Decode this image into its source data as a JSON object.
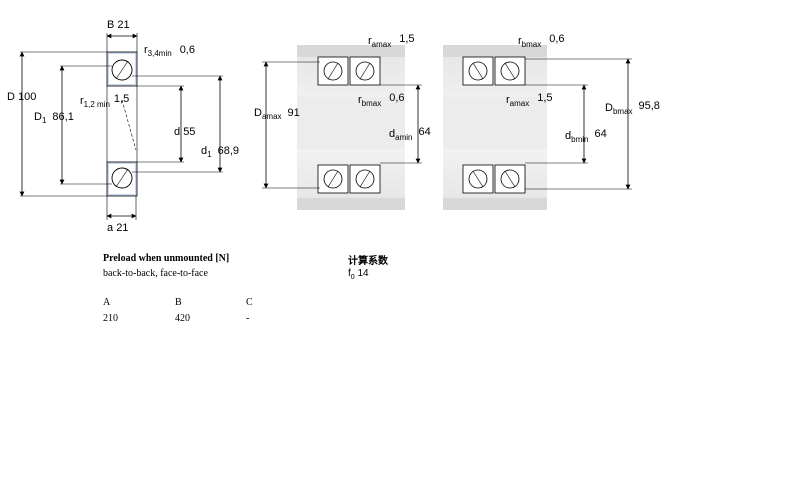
{
  "single_bearing": {
    "B": {
      "sym": "B",
      "val": "21"
    },
    "r34min": {
      "sym": "r",
      "sub": "3,4min",
      "val": "0,6"
    },
    "D": {
      "sym": "D",
      "val": "100"
    },
    "D1": {
      "sym": "D",
      "sub": "1",
      "val": "86,1"
    },
    "r12min": {
      "sym": "r",
      "sub": "1,2 min",
      "val": "1,5"
    },
    "d": {
      "sym": "d",
      "val": "55"
    },
    "d1": {
      "sym": "d",
      "sub": "1",
      "val": "68,9"
    },
    "a": {
      "sym": "a",
      "val": "21"
    }
  },
  "abutment_left": {
    "ramax": {
      "sym": "r",
      "sub": "amax",
      "val": "1,5"
    },
    "Damax": {
      "sym": "D",
      "sub": "amax",
      "val": "91"
    },
    "rbmax": {
      "sym": "r",
      "sub": "bmax",
      "val": "0,6"
    },
    "damin": {
      "sym": "d",
      "sub": "amin",
      "val": "64"
    }
  },
  "abutment_right": {
    "rbmax": {
      "sym": "r",
      "sub": "bmax",
      "val": "0,6"
    },
    "ramax": {
      "sym": "r",
      "sub": "amax",
      "val": "1,5"
    },
    "dbmin": {
      "sym": "d",
      "sub": "bmin",
      "val": "64"
    },
    "Dbmax": {
      "sym": "D",
      "sub": "bmax",
      "val": "95,8"
    }
  },
  "preload": {
    "title": "Preload when unmounted [N]",
    "arrangement": "back-to-back, face-to-face",
    "headers": [
      "A",
      "B",
      "C"
    ],
    "values": [
      "210",
      "420",
      "-"
    ]
  },
  "calc_factor": {
    "title": "计算系数",
    "sym": "f",
    "sub": "0",
    "val": "14"
  }
}
